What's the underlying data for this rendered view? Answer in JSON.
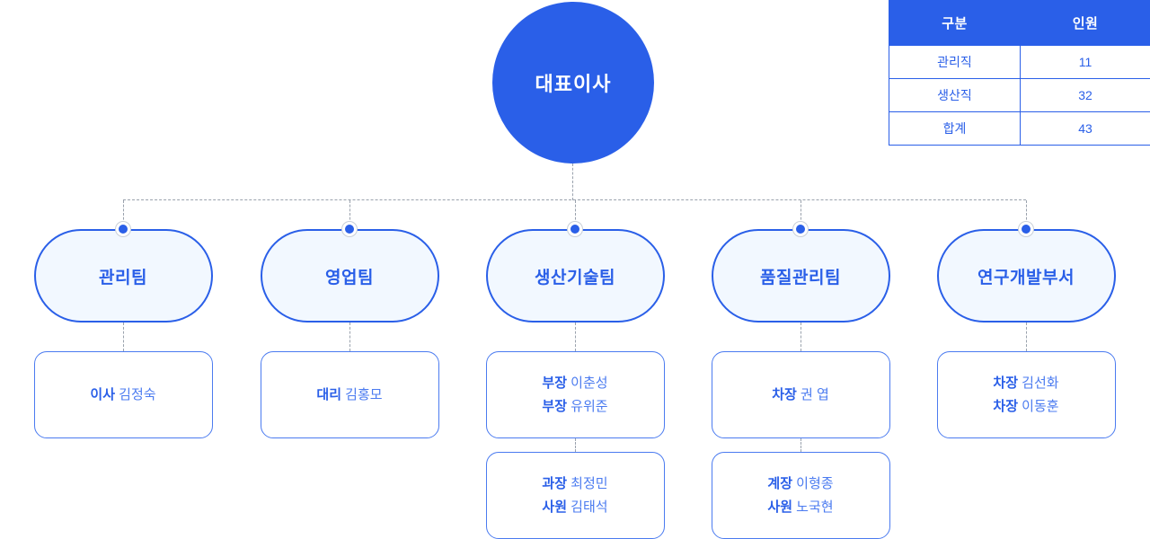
{
  "theme": {
    "accent": "#2a5fe8",
    "accent_light": "#4b7bf0",
    "node_fill": "#f2f8ff",
    "connector": "#9aa2ad",
    "page_bg": "#ffffff"
  },
  "headcount_table": {
    "headers": [
      "구분",
      "인원"
    ],
    "rows": [
      {
        "label": "관리직",
        "count": "11"
      },
      {
        "label": "생산직",
        "count": "32"
      },
      {
        "label": "합계",
        "count": "43"
      }
    ]
  },
  "root": {
    "label": "대표이사"
  },
  "teams": [
    {
      "label": "관리팀",
      "members": [
        {
          "lines": [
            {
              "rank": "이사",
              "name": "김정숙"
            }
          ]
        }
      ]
    },
    {
      "label": "영업팀",
      "members": [
        {
          "lines": [
            {
              "rank": "대리",
              "name": "김홍모"
            }
          ]
        }
      ]
    },
    {
      "label": "생산기술팀",
      "members": [
        {
          "lines": [
            {
              "rank": "부장",
              "name": "이춘성"
            },
            {
              "rank": "부장",
              "name": "유위준"
            }
          ]
        },
        {
          "lines": [
            {
              "rank": "과장",
              "name": "최정민"
            },
            {
              "rank": "사원",
              "name": "김태석"
            }
          ]
        }
      ]
    },
    {
      "label": "품질관리팀",
      "members": [
        {
          "lines": [
            {
              "rank": "차장",
              "name": "권 엽"
            }
          ]
        },
        {
          "lines": [
            {
              "rank": "계장",
              "name": "이형종"
            },
            {
              "rank": "사원",
              "name": "노국현"
            }
          ]
        }
      ]
    },
    {
      "label": "연구개발부서",
      "members": [
        {
          "lines": [
            {
              "rank": "차장",
              "name": "김선화"
            },
            {
              "rank": "차장",
              "name": "이동훈"
            }
          ]
        }
      ]
    }
  ]
}
